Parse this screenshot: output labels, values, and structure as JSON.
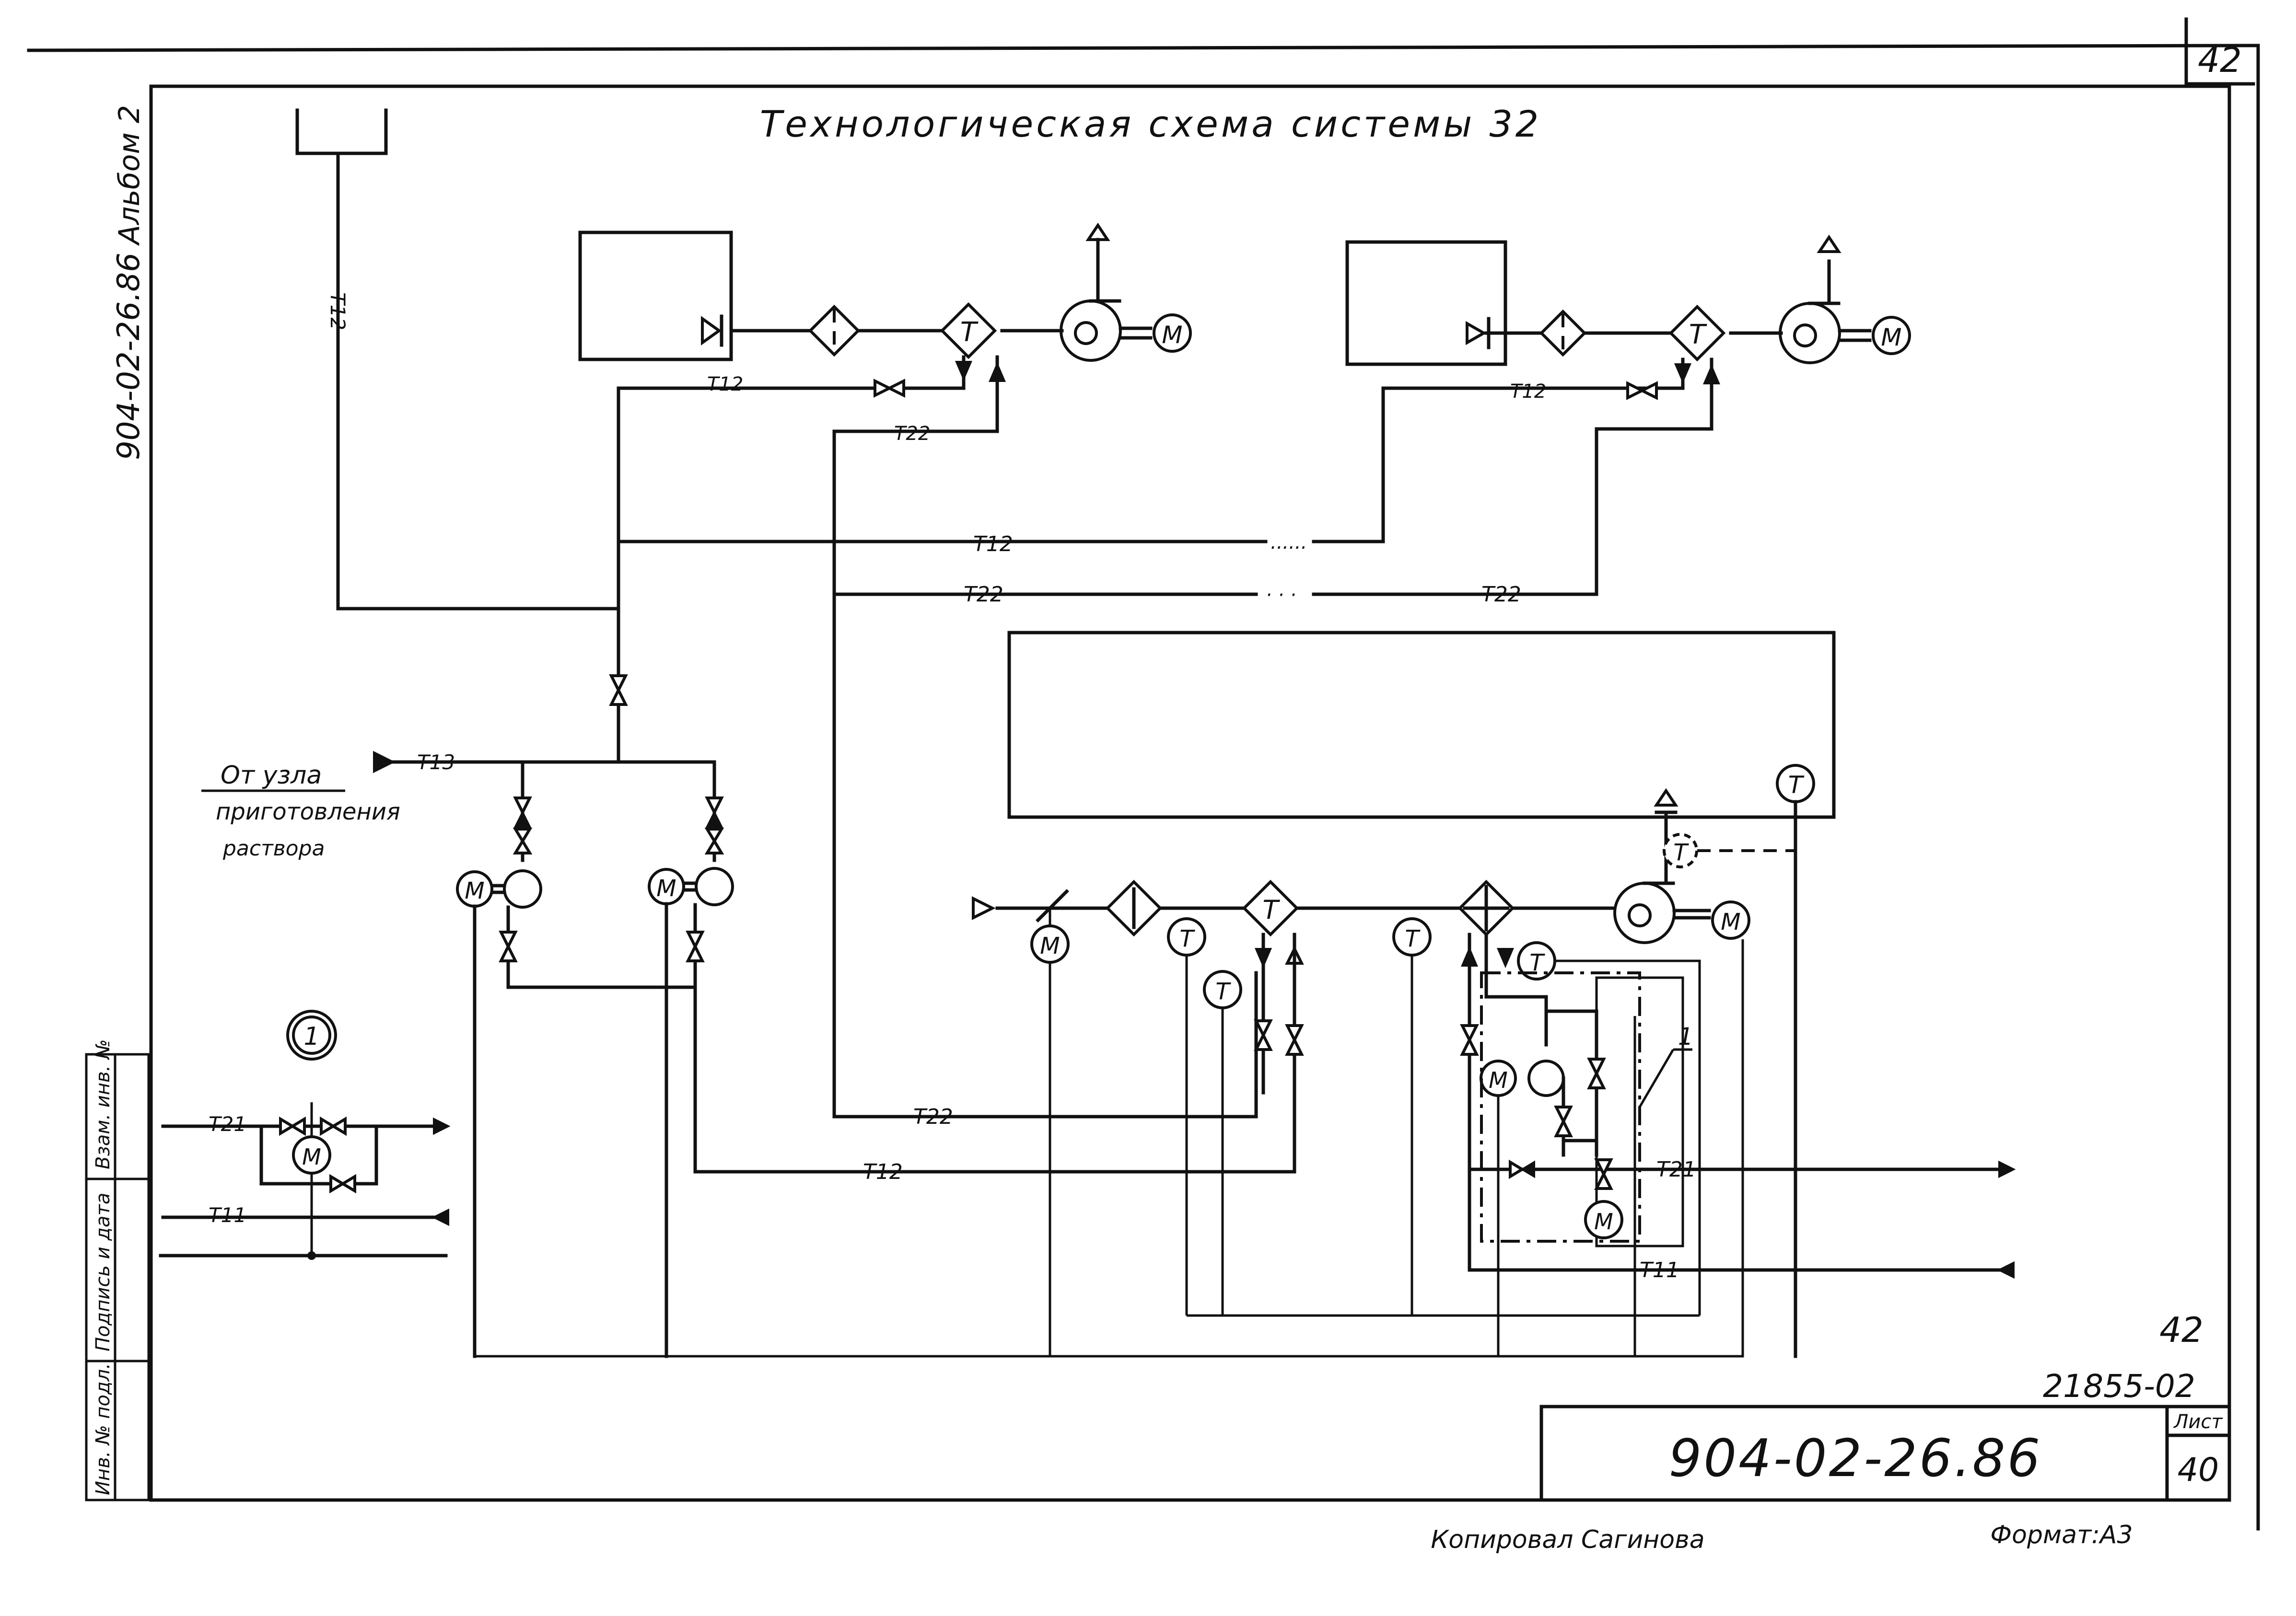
{
  "title": "Технологическая схема системы 32",
  "sheet_no_top": "42",
  "sheet_no_mid": "42",
  "left_strip": {
    "project_code": "904-02-26.86",
    "album": "Альбом 2"
  },
  "stamp_columns": [
    "Взам. инв. №",
    "Подпись и дата",
    "Инв. № подл."
  ],
  "note_callout": "1",
  "detail_marker": "1",
  "source_label": {
    "line1": "От узла",
    "line2": "приготовления",
    "line3": "раствора"
  },
  "pipe_labels": {
    "t13": "Т13",
    "t12": "Т12",
    "t22": "Т22",
    "t21": "Т21",
    "t11": "Т11",
    "dots": "......",
    "dots2": "· · ·"
  },
  "instrument_letters": {
    "motor": "М",
    "temp": "Т"
  },
  "title_block": {
    "code": "904-02-26.86",
    "sheet_label": "Лист",
    "sheet_value": "40",
    "archive_no": "21855-02"
  },
  "footer": {
    "copied": "Копировал Сагинова",
    "format": "Формат:А3"
  }
}
